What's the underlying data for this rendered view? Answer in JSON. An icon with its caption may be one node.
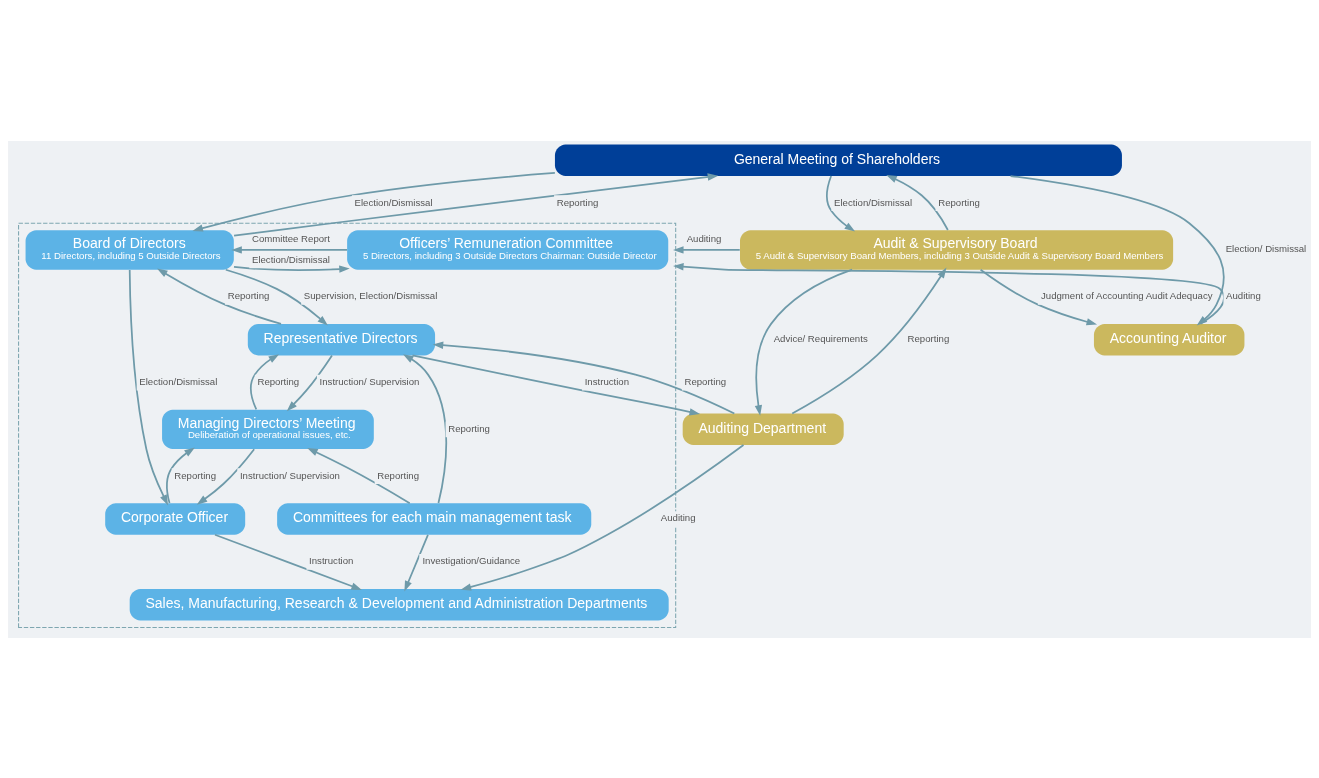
{
  "diagram": {
    "nodes": [
      {
        "text": [
          "General Meeting of Shareholders"
        ]
      },
      {
        "text": [],
        "shape": "box"
      },
      {
        "text": [
          "Officers’ Remuneration Committee",
          "5 Directors, including 3 Outside Directors Chairman: Outside Director"
        ],
        "in": 1
      },
      {
        "text": [
          "Board of Directors",
          "11 Directors, including 5 Outside Directors"
        ],
        "in": 1
      },
      {
        "text": [
          "Audit & Supervisory Board",
          "5 Audit & Supervisory Board Members, including 3 Outside Audit & Supervisory Board Members"
        ]
      },
      {
        "text": [
          "Representative Directors"
        ],
        "in": 1
      },
      {
        "text": [
          "Accounting Auditor"
        ]
      },
      {
        "text": [
          "Managing Directors’ Meeting",
          "Deliberation of operational issues, etc."
        ],
        "in": 1
      },
      {
        "text": [
          "Auditing Department"
        ]
      },
      {
        "text": [
          "Committees for each main management task"
        ],
        "in": 1
      },
      {
        "text": [
          "Corporate Officer"
        ],
        "in": 1
      },
      {
        "text": [
          "Sales, Manufacturing, Research & Development and Administration Departments"
        ],
        "in": 1
      }
    ],
    "edges": [
      {
        "from": 3,
        "to": 0,
        "arrow": "to",
        "label": "Reporting"
      },
      {
        "from": 0,
        "to": 3,
        "arrow": "to",
        "label": "Election/Dismissal"
      },
      {
        "from": 4,
        "to": 0,
        "arrow": "to",
        "label": "Reporting"
      },
      {
        "from": 0,
        "to": 4,
        "arrow": "to",
        "label": "Election/Dismissal"
      },
      {
        "from": 0,
        "to": 6,
        "arrow": "to",
        "label": "Election/ Dismissal"
      },
      {
        "from": 2,
        "to": 3,
        "arrow": "to",
        "label": "Committee Report"
      },
      {
        "from": 3,
        "to": 2,
        "arrow": "to",
        "label": "Election/Dismissal"
      },
      {
        "from": 4,
        "to": 1,
        "arrow": "to",
        "label": "Auditing"
      },
      {
        "from": 3,
        "to": 10,
        "arrow": "to",
        "label": "Election/Dismissal"
      },
      {
        "from": 5,
        "to": 3,
        "arrow": "to",
        "label": "Reporting"
      },
      {
        "from": 3,
        "to": 5,
        "arrow": "to",
        "label": "Supervision, Election/Dismissal"
      },
      {
        "from": 9,
        "to": 5,
        "arrow": "to",
        "label": "Reporting"
      },
      {
        "from": 4,
        "to": 6,
        "arrow": "to",
        "label": "Judgment of Accounting Audit Adequacy"
      },
      {
        "from": 6,
        "to": 1,
        "arrow": "to",
        "label": "Auditing"
      },
      {
        "from": 7,
        "to": 5,
        "arrow": "to",
        "label": "Reporting"
      },
      {
        "from": 5,
        "to": 7,
        "arrow": "to",
        "label": "Instruction/ Supervision"
      },
      {
        "from": 5,
        "to": 8,
        "arrow": "to",
        "label": "Instruction"
      },
      {
        "from": 8,
        "to": 5,
        "arrow": "to",
        "label": "Reporting"
      },
      {
        "from": 8,
        "to": 4,
        "arrow": "to",
        "label": "Reporting"
      },
      {
        "from": 4,
        "to": 8,
        "arrow": "to",
        "label": "Advice/ Requirements"
      },
      {
        "from": 9,
        "to": 7,
        "arrow": "to",
        "label": "Reporting"
      },
      {
        "from": 10,
        "to": 7,
        "arrow": "to",
        "label": "Reporting"
      },
      {
        "from": 7,
        "to": 10,
        "arrow": "to",
        "label": "Instruction/ Supervision"
      },
      {
        "from": 9,
        "to": 11,
        "arrow": "to",
        "label": "Investigation/Guidance"
      },
      {
        "from": 10,
        "to": 11,
        "arrow": "to",
        "label": "Instruction"
      },
      {
        "from": 8,
        "to": 11,
        "arrow": "to",
        "label": "Auditing"
      }
    ]
  }
}
